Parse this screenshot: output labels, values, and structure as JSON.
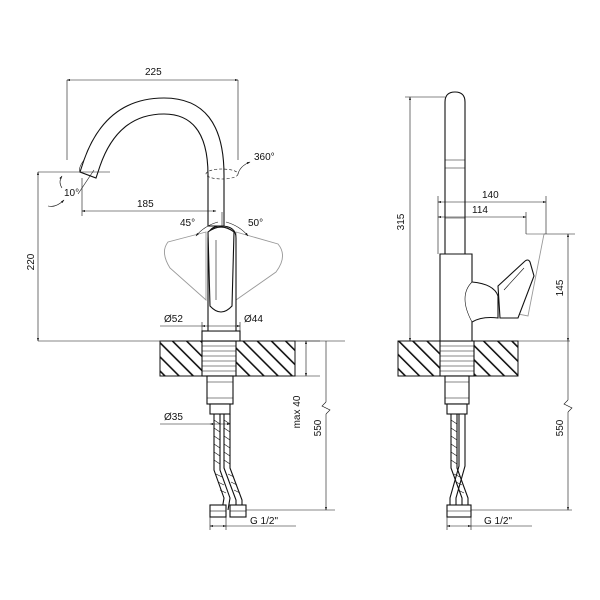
{
  "front_view": {
    "dim_width_top": "225",
    "dim_rotation": "360°",
    "dim_spout_angle": "10°",
    "dim_spout_reach": "185",
    "dim_lever_left": "45°",
    "dim_lever_right": "50°",
    "dim_height_spout": "220",
    "dim_base_diam": "Ø52",
    "dim_body_diam": "Ø44",
    "dim_max_thickness": "max 40",
    "dim_hose_length": "550",
    "dim_hose_diam": "Ø35",
    "dim_thread": "G 1/2\""
  },
  "side_view": {
    "dim_total_height": "315",
    "dim_lever_reach": "140",
    "dim_lever_inner": "114",
    "dim_lever_height": "145",
    "dim_hose_length": "550",
    "dim_thread": "G 1/2\""
  }
}
